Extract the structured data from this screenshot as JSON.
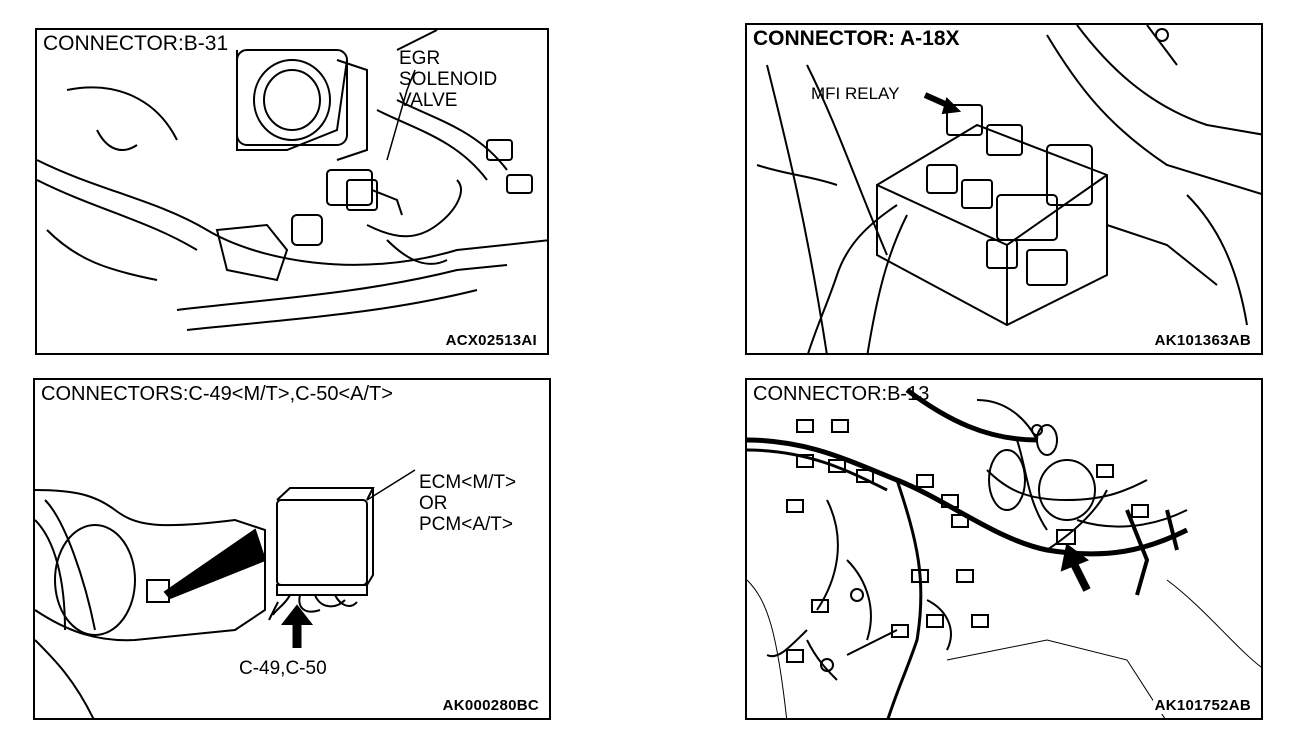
{
  "panels": {
    "egr": {
      "title": "CONNECTOR:B-31",
      "label_lines": [
        "EGR",
        "SOLENOID",
        "VALVE"
      ],
      "code": "ACX02513AI",
      "icon": "engine-throttle-body-illustration"
    },
    "mfi": {
      "title": "CONNECTOR: A-18X",
      "label": "MFI RELAY",
      "code": "AK101363AB",
      "icon": "relay-box-illustration"
    },
    "ecm": {
      "title": "CONNECTORS:C-49<M/T>,C-50<A/T>",
      "label_lines": [
        "ECM<M/T>",
        "OR",
        "PCM<A/T>"
      ],
      "arrow_label": "C-49,C-50",
      "code": "AK000280BC",
      "icon": "dashboard-ecm-illustration"
    },
    "b13": {
      "title": "CONNECTOR:B-13",
      "code": "AK101752AB",
      "icon": "wiring-harness-illustration"
    }
  },
  "colors": {
    "line": "#000000",
    "background": "#ffffff"
  }
}
